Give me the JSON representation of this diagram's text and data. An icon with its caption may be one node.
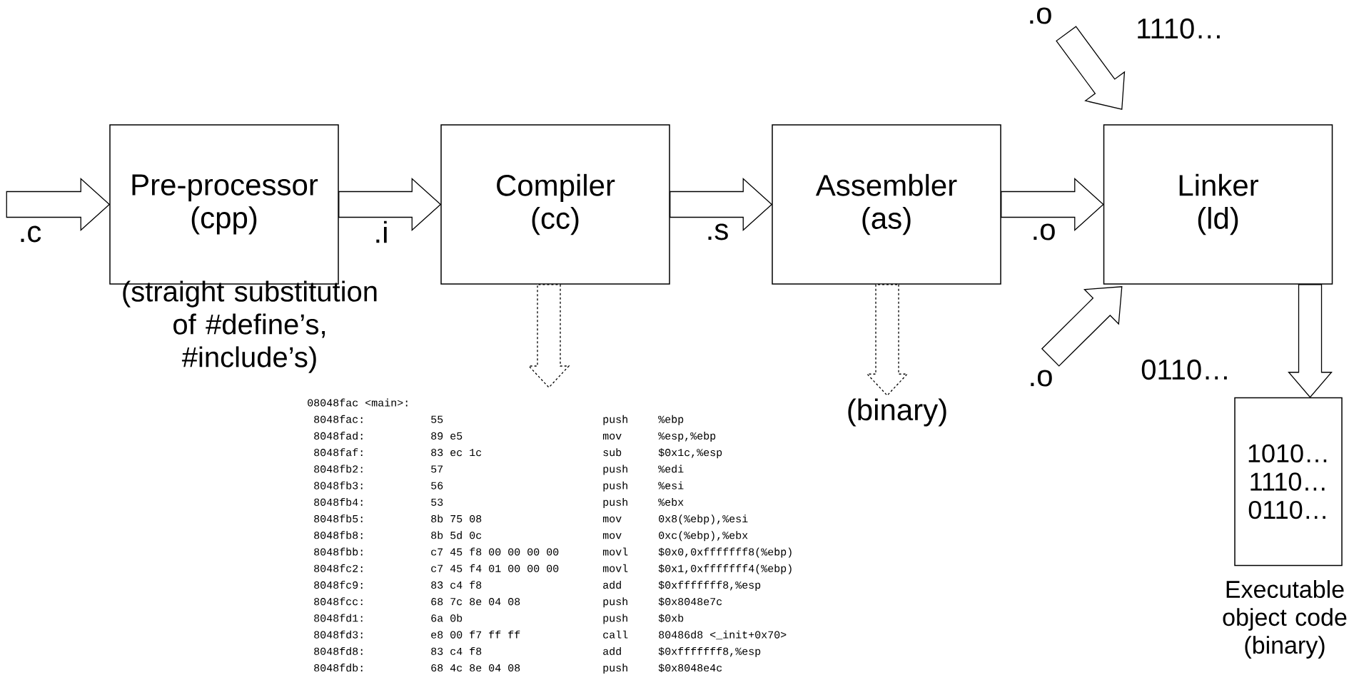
{
  "diagram": {
    "nodes": [
      {
        "text": [
          "Pre-processor (cpp)"
        ],
        "beside": [
          "(straight substitution of #define’s, #include’s)"
        ]
      },
      {
        "text": [
          "Compiler (cc)"
        ]
      },
      {
        "text": [
          "Assembler (as)"
        ]
      },
      {
        "text": [
          "Linker (ld)"
        ]
      },
      {
        "text": [
          "1010… 1110… 0110…"
        ],
        "beside": [
          "Executable object code (binary)"
        ]
      },
      {
        "text": [
          "08048fac <main>:",
          "8048fac:",
          "55",
          "push",
          "%ebp",
          "8048fad:",
          "89 e5",
          "mov",
          "%esp,%ebp",
          "8048faf:",
          "83 ec 1c",
          "sub",
          "$0x1c,%esp",
          "8048fb2:",
          "57",
          "push",
          "%edi",
          "8048fb3:",
          "56",
          "push",
          "%esi",
          "8048fb4:",
          "53",
          "push",
          "%ebx",
          "8048fb5:",
          "8b 75 08",
          "mov",
          "0x8(%ebp),%esi",
          "8048fb8:",
          "8b 5d 0c",
          "mov",
          "0xc(%ebp),%ebx",
          "8048fbb:",
          "c7 45 f8 00 00 00 00",
          "movl",
          "$0x0,0xfffffff8(%ebp)",
          "8048fc2:",
          "c7 45 f4 01 00 00 00",
          "movl",
          "$0x1,0xfffffff4(%ebp)",
          "8048fc9:",
          "83 c4 f8",
          "add",
          "$0xfffffff8,%esp",
          "8048fcc:",
          "68 7c 8e 04 08",
          "push",
          "$0x8048e7c",
          "8048fd1:",
          "6a 0b",
          "push",
          "$0xb",
          "8048fd3:",
          "e8 00 f7 ff ff",
          "call",
          "80486d8 <_init+0x70>",
          "8048fd8:",
          "83 c4 f8",
          "add",
          "$0xfffffff8,%esp",
          "8048fdb:",
          "68 4c 8e 04 08",
          "push",
          "$0x8048e4c"
        ]
      },
      {
        "text": [
          "(binary)"
        ]
      }
    ],
    "edges": [
      {
        "from": null,
        "to": 0,
        "arrow": "to",
        "label": ".c"
      },
      {
        "from": 0,
        "to": 1,
        "arrow": "to",
        "label": ".i"
      },
      {
        "from": 1,
        "to": 2,
        "arrow": "to",
        "label": ".s"
      },
      {
        "from": 2,
        "to": 3,
        "arrow": "to",
        "label": ".o"
      },
      {
        "from": null,
        "to": 3,
        "arrow": "to",
        "label": ".o"
      },
      {
        "from": null,
        "to": 3,
        "arrow": "to",
        "label": ".o"
      },
      {
        "from": 3,
        "to": 4,
        "arrow": "to"
      },
      {
        "from": 1,
        "to": 5,
        "arrow": "to",
        "style": "dashed"
      },
      {
        "from": 2,
        "to": 6,
        "arrow": "to",
        "style": "dashed"
      }
    ],
    "labels": [
      "1110…",
      "0110…"
    ]
  }
}
